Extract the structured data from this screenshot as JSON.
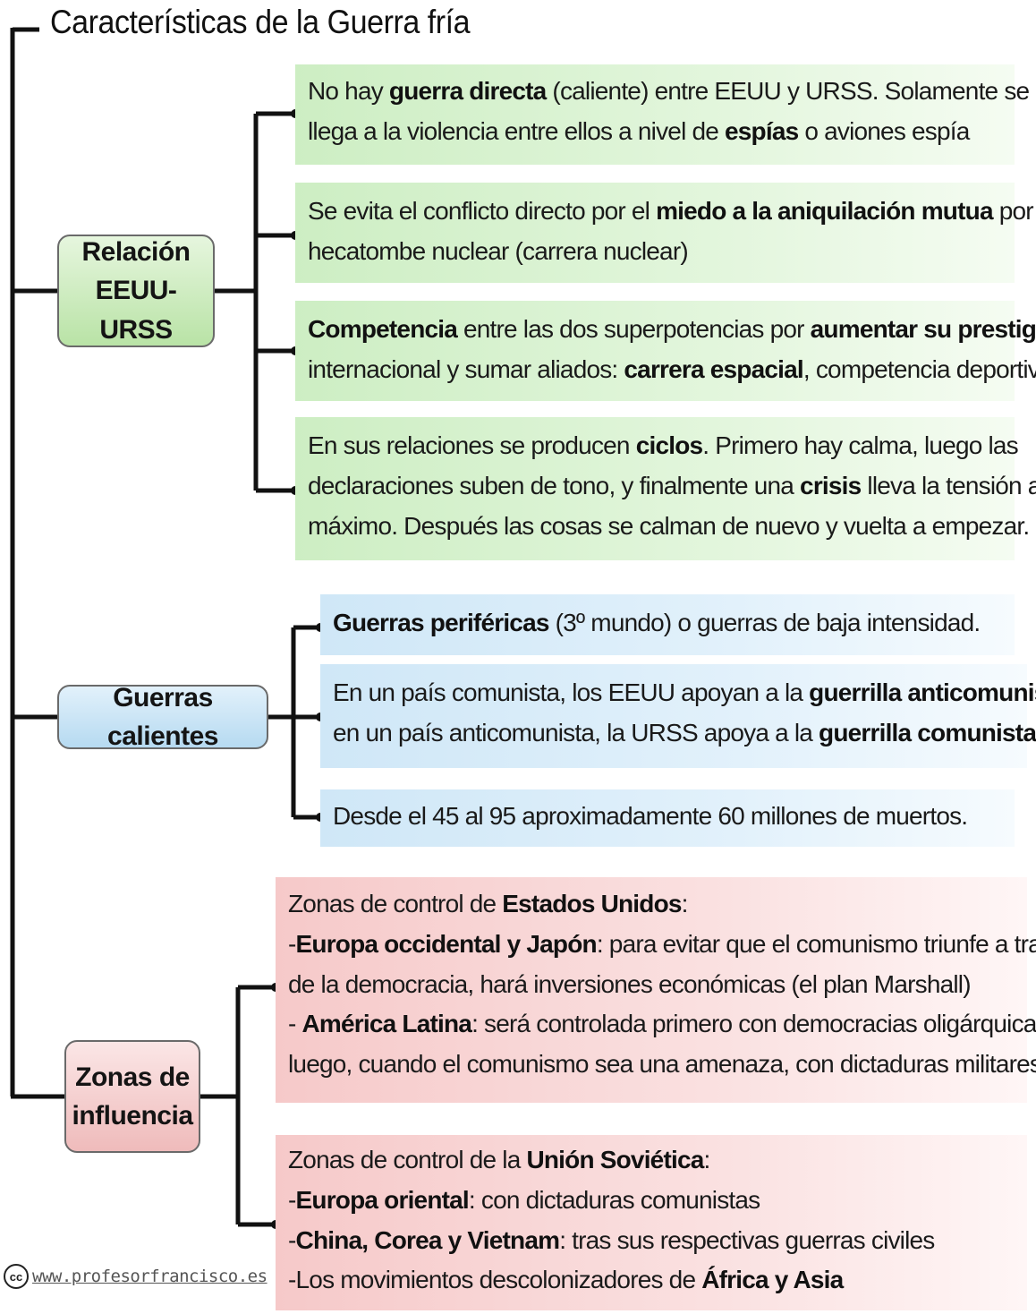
{
  "title": "Características  de la Guerra fría",
  "branches": [
    {
      "label_lines": [
        "Relación",
        "EEUU-URSS"
      ],
      "items": [
        [
          [
            {
              "t": "No hay "
            },
            {
              "t": "guerra directa",
              "b": true
            },
            {
              "t": " (caliente) entre EEUU y URSS. Solamente se"
            }
          ],
          [
            {
              "t": "llega a la violencia entre ellos a nivel de "
            },
            {
              "t": "espías",
              "b": true
            },
            {
              "t": " o aviones espía"
            }
          ]
        ],
        [
          [
            {
              "t": "Se evita el conflicto directo por el "
            },
            {
              "t": "miedo a la aniquilación mutua",
              "b": true
            },
            {
              "t": " por"
            }
          ],
          [
            {
              "t": "hecatombe nuclear (carrera nuclear)"
            }
          ]
        ],
        [
          [
            {
              "t": "Competencia",
              "b": true
            },
            {
              "t": " entre las dos superpotencias por "
            },
            {
              "t": "aumentar su prestigio",
              "b": true
            }
          ],
          [
            {
              "t": "internacional y sumar aliados: "
            },
            {
              "t": "carrera espacial",
              "b": true
            },
            {
              "t": ", competencia deportiva"
            }
          ]
        ],
        [
          [
            {
              "t": "En sus relaciones se producen "
            },
            {
              "t": "ciclos",
              "b": true
            },
            {
              "t": ". Primero hay calma, luego las"
            }
          ],
          [
            {
              "t": "declaraciones suben de tono, y finalmente una "
            },
            {
              "t": "crisis",
              "b": true
            },
            {
              "t": " lleva la tensión al"
            }
          ],
          [
            {
              "t": "máximo. Después las cosas se calman de nuevo y vuelta a empezar."
            }
          ]
        ]
      ]
    },
    {
      "label_lines": [
        "Guerras calientes"
      ],
      "items": [
        [
          [
            {
              "t": "Guerras periféricas",
              "b": true
            },
            {
              "t": " (3º mundo) o guerras de baja intensidad."
            }
          ]
        ],
        [
          [
            {
              "t": "En un país comunista, los EEUU apoyan a la "
            },
            {
              "t": "guerrilla anticomunista",
              "b": true
            },
            {
              "t": ","
            }
          ],
          [
            {
              "t": "en un  país anticomunista, la URSS apoya a la  "
            },
            {
              "t": "guerrilla comunista",
              "b": true
            },
            {
              "t": "."
            }
          ]
        ],
        [
          [
            {
              "t": "Desde el 45 al 95 aproximadamente 60 millones de muertos."
            }
          ]
        ]
      ]
    },
    {
      "label_lines": [
        "Zonas de",
        "influencia"
      ],
      "items": [
        [
          [
            {
              "t": "Zonas de control de "
            },
            {
              "t": "Estados Unidos",
              "b": true
            },
            {
              "t": ":"
            }
          ],
          [
            {
              "t": "-"
            },
            {
              "t": "Europa occidental y Japón",
              "b": true
            },
            {
              "t": ": para evitar que el comunismo triunfe a través"
            }
          ],
          [
            {
              "t": "de la democracia, hará inversiones económicas (el plan Marshall)"
            }
          ],
          [
            {
              "t": "- "
            },
            {
              "t": "América Latina",
              "b": true
            },
            {
              "t": ": será controlada primero con democracias oligárquicas y"
            }
          ],
          [
            {
              "t": "luego, cuando el comunismo sea una amenaza, con dictaduras militares"
            }
          ]
        ],
        [
          [
            {
              "t": "Zonas de control de la "
            },
            {
              "t": "Unión Soviética",
              "b": true
            },
            {
              "t": ":"
            }
          ],
          [
            {
              "t": "-"
            },
            {
              "t": "Europa oriental",
              "b": true
            },
            {
              "t": ": con dictaduras comunistas"
            }
          ],
          [
            {
              "t": "-"
            },
            {
              "t": "China, Corea y Vietnam",
              "b": true
            },
            {
              "t": ": tras sus respectivas guerras civiles"
            }
          ],
          [
            {
              "t": "-Los movimientos descolonizadores de "
            },
            {
              "t": "África y Asia",
              "b": true
            }
          ]
        ]
      ]
    }
  ],
  "credit": {
    "cc": "cc",
    "url": "www.profesorfrancisco.es"
  }
}
